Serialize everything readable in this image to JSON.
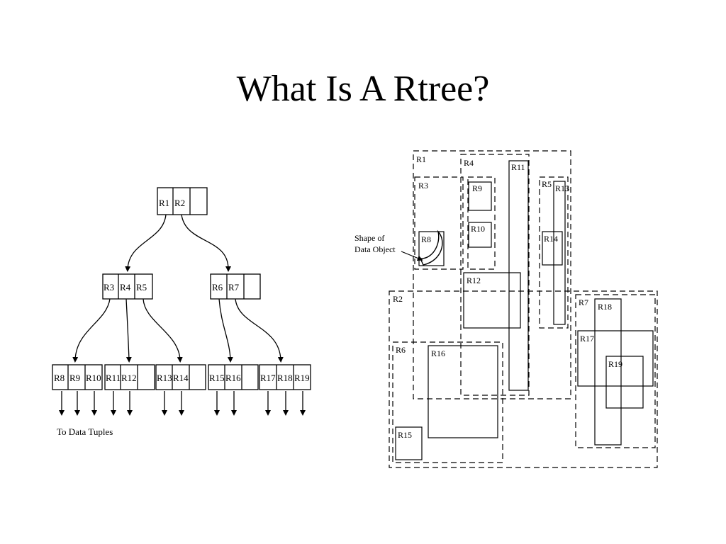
{
  "slide": {
    "title": "What Is A Rtree?"
  },
  "tree": {
    "root": [
      "R1",
      "R2"
    ],
    "level1": [
      [
        "R3",
        "R4",
        "R5"
      ],
      [
        "R6",
        "R7"
      ]
    ],
    "leaves": [
      [
        "R8",
        "R9",
        "R10"
      ],
      [
        "R11",
        "R12"
      ],
      [
        "R13",
        "R14"
      ],
      [
        "R15",
        "R16"
      ],
      [
        "R17",
        "R18",
        "R19"
      ]
    ],
    "caption": "To Data Tuples"
  },
  "spatial": {
    "regions": [
      "R1",
      "R2",
      "R3",
      "R4",
      "R5",
      "R6",
      "R7",
      "R8",
      "R9",
      "R10",
      "R11",
      "R12",
      "R13",
      "R14",
      "R15",
      "R16",
      "R17",
      "R18",
      "R19"
    ],
    "annotation_line1": "Shape of",
    "annotation_line2": "Data Object"
  }
}
